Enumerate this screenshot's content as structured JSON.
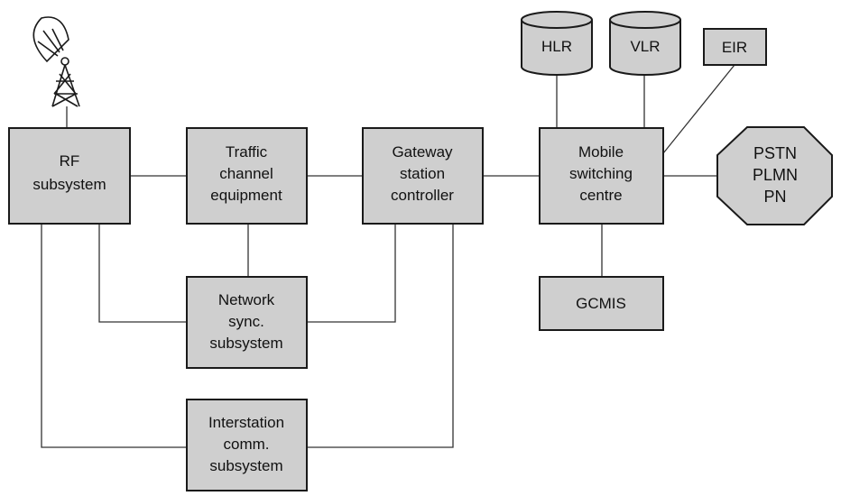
{
  "nodes": {
    "rf": {
      "lines": [
        "RF",
        "subsystem"
      ]
    },
    "traffic": {
      "lines": [
        "Traffic",
        "channel",
        "equipment"
      ]
    },
    "gateway": {
      "lines": [
        "Gateway",
        "station",
        "controller"
      ]
    },
    "msc": {
      "lines": [
        "Mobile",
        "switching",
        "centre"
      ]
    },
    "network_sync": {
      "lines": [
        "Network",
        "sync.",
        "subsystem"
      ]
    },
    "interstation": {
      "lines": [
        "Interstation",
        "comm.",
        "subsystem"
      ]
    },
    "gcmis": {
      "lines": [
        "GCMIS"
      ]
    },
    "hlr": {
      "lines": [
        "HLR"
      ]
    },
    "vlr": {
      "lines": [
        "VLR"
      ]
    },
    "eir": {
      "lines": [
        "EIR"
      ]
    },
    "pstn": {
      "lines": [
        "PSTN",
        "PLMN",
        "PN"
      ]
    }
  }
}
